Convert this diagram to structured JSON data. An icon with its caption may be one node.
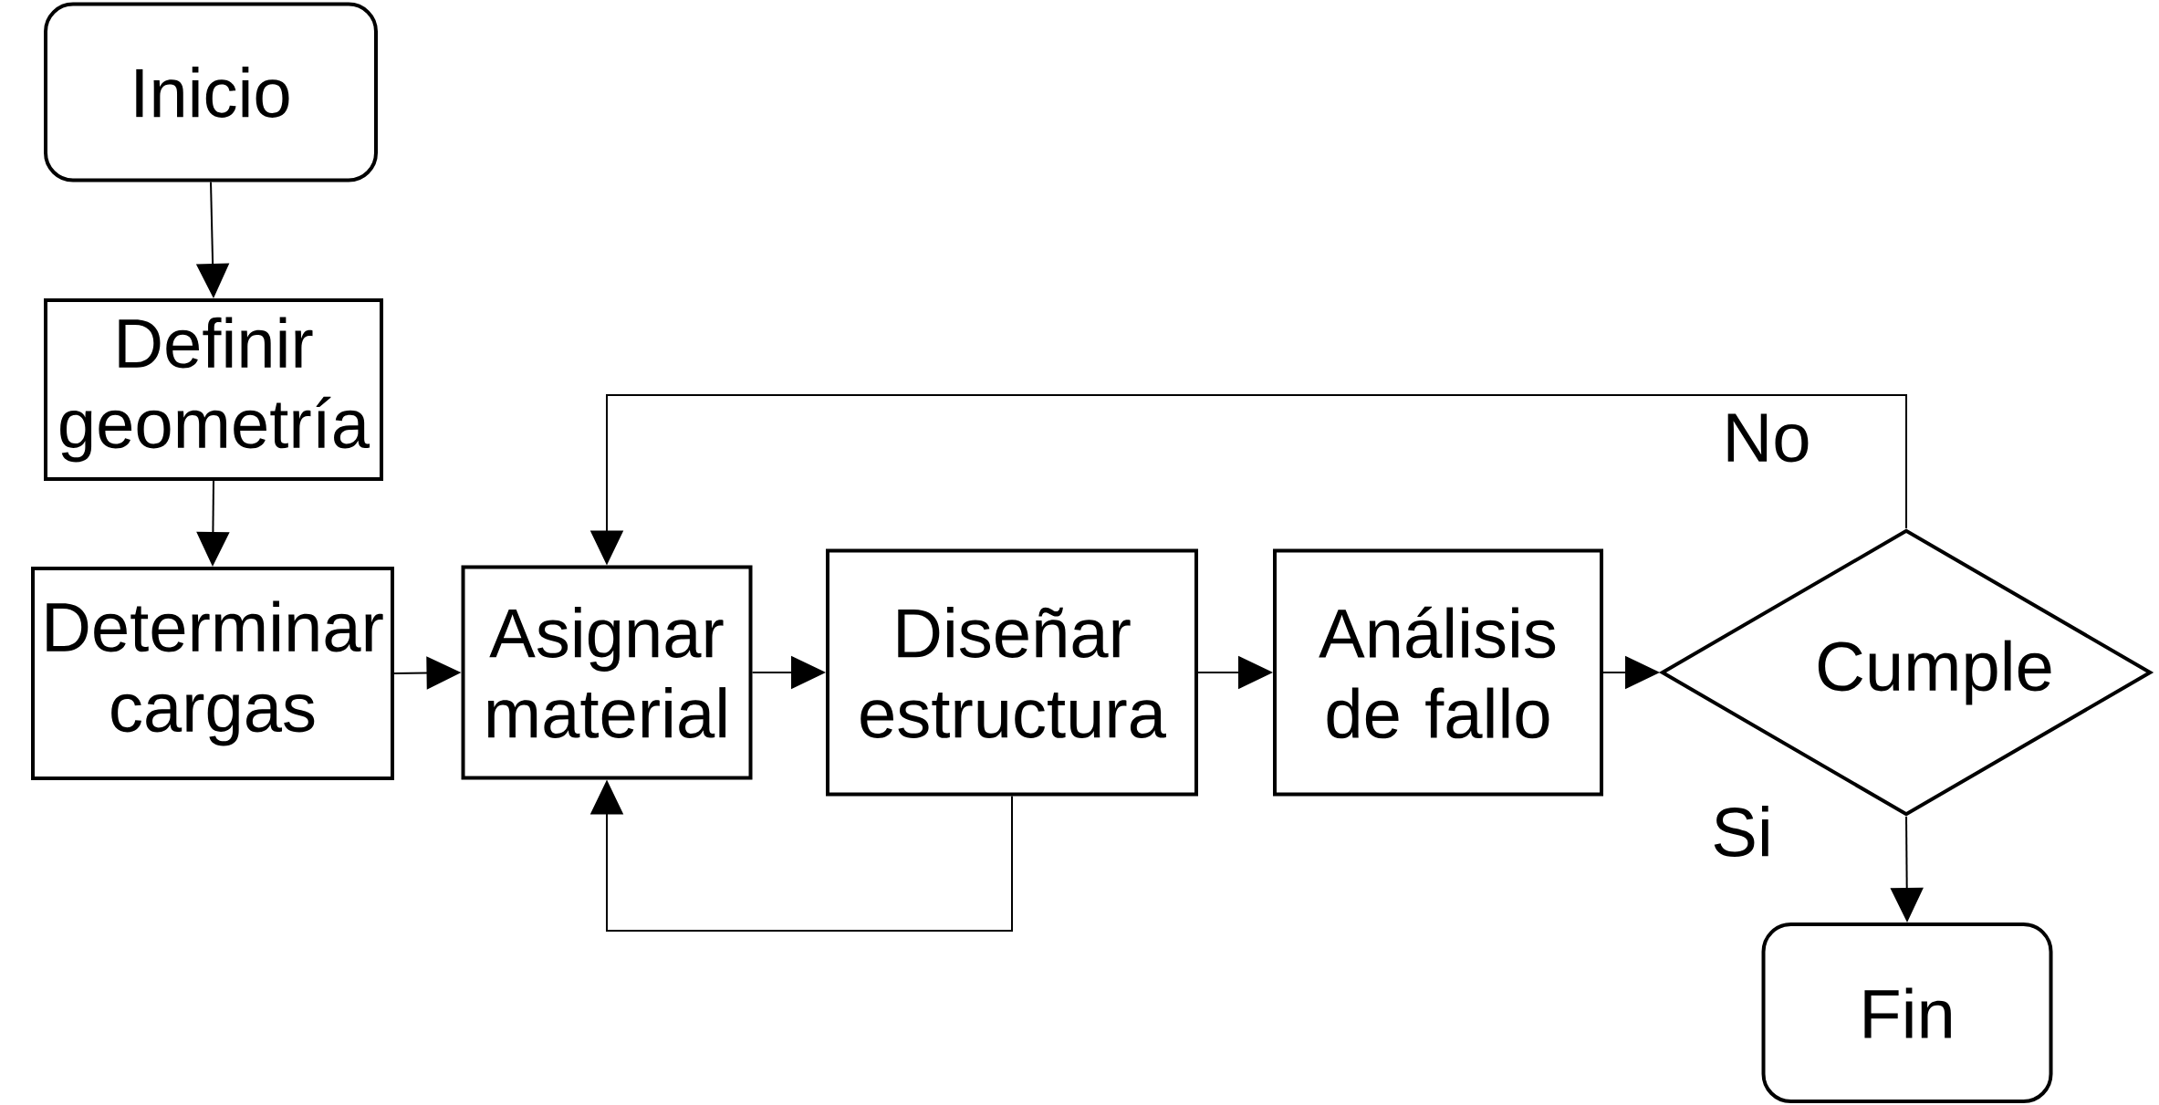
{
  "diagram": {
    "nodes": [
      {
        "text": [
          "Inicio"
        ]
      },
      {
        "text": [
          "Definir geometría"
        ]
      },
      {
        "text": [
          "Determinar cargas"
        ]
      },
      {
        "text": [
          "Asignar material"
        ]
      },
      {
        "text": [
          "Diseñar estructura"
        ]
      },
      {
        "text": [
          "Análisis de fallo"
        ]
      },
      {
        "text": [
          "Cumple"
        ]
      },
      {
        "text": [
          "Fin"
        ]
      }
    ],
    "edges": [
      {
        "from": 0,
        "to": 1,
        "arrow": "to"
      },
      {
        "from": 1,
        "to": 2,
        "arrow": "to"
      },
      {
        "from": 2,
        "to": 3,
        "arrow": "to"
      },
      {
        "from": 3,
        "to": 4,
        "arrow": "to"
      },
      {
        "from": 4,
        "to": 5,
        "arrow": "to"
      },
      {
        "from": 5,
        "to": 6,
        "arrow": "to"
      },
      {
        "from": 6,
        "to": 3,
        "arrow": "to",
        "label": "No"
      },
      {
        "from": 4,
        "to": 3,
        "arrow": "to"
      },
      {
        "from": 6,
        "to": 7,
        "arrow": "to",
        "label": "Si"
      }
    ]
  }
}
